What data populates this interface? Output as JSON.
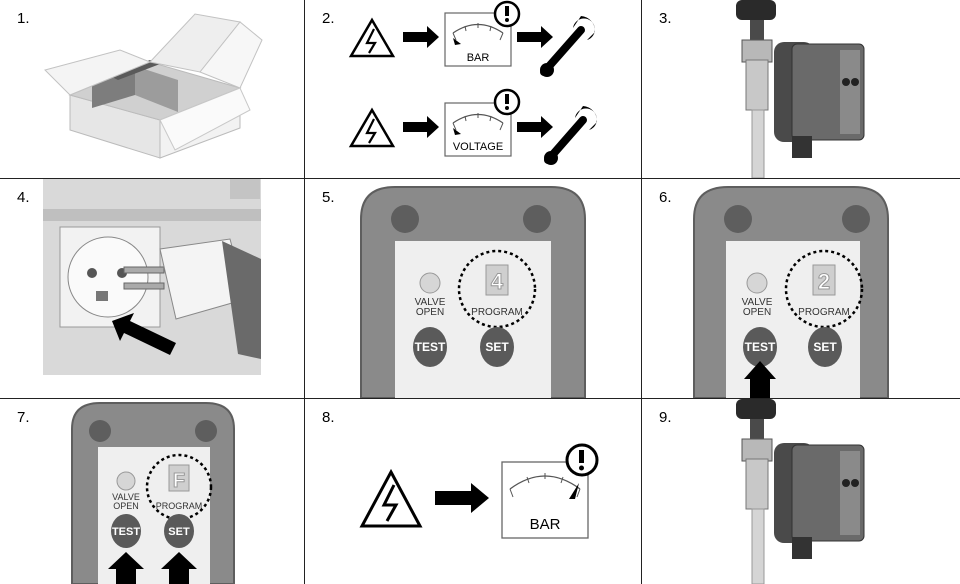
{
  "steps": [
    {
      "number": "1.",
      "caption": ""
    },
    {
      "number": "2.",
      "gauge_labels": [
        "BAR",
        "VOLTAGE"
      ]
    },
    {
      "number": "3."
    },
    {
      "number": "4."
    },
    {
      "number": "5.",
      "display_digit": "4",
      "labels": {
        "valve": "VALVE",
        "open": "OPEN",
        "program": "PROGRAM",
        "test": "TEST",
        "set": "SET"
      }
    },
    {
      "number": "6.",
      "display_digit": "2",
      "labels": {
        "valve": "VALVE",
        "open": "OPEN",
        "program": "PROGRAM",
        "test": "TEST",
        "set": "SET"
      }
    },
    {
      "number": "7.",
      "display_digit": "F",
      "labels": {
        "valve": "VALVE",
        "open": "OPEN",
        "program": "PROGRAM",
        "test": "TEST",
        "set": "SET"
      }
    },
    {
      "number": "8.",
      "gauge_label": "BAR"
    },
    {
      "number": "9."
    }
  ],
  "icons": [
    "box-icon",
    "high-voltage-icon",
    "gauge-icon",
    "wrench-icon",
    "exclamation-icon",
    "valve-device-icon",
    "plug-icon",
    "arrow-icon"
  ],
  "colors": {
    "panel": "#8a8a8a",
    "panel_dark": "#5e5e5e",
    "face": "#efefef",
    "button": "#5a5a5a",
    "led": "#d6d6d6"
  }
}
